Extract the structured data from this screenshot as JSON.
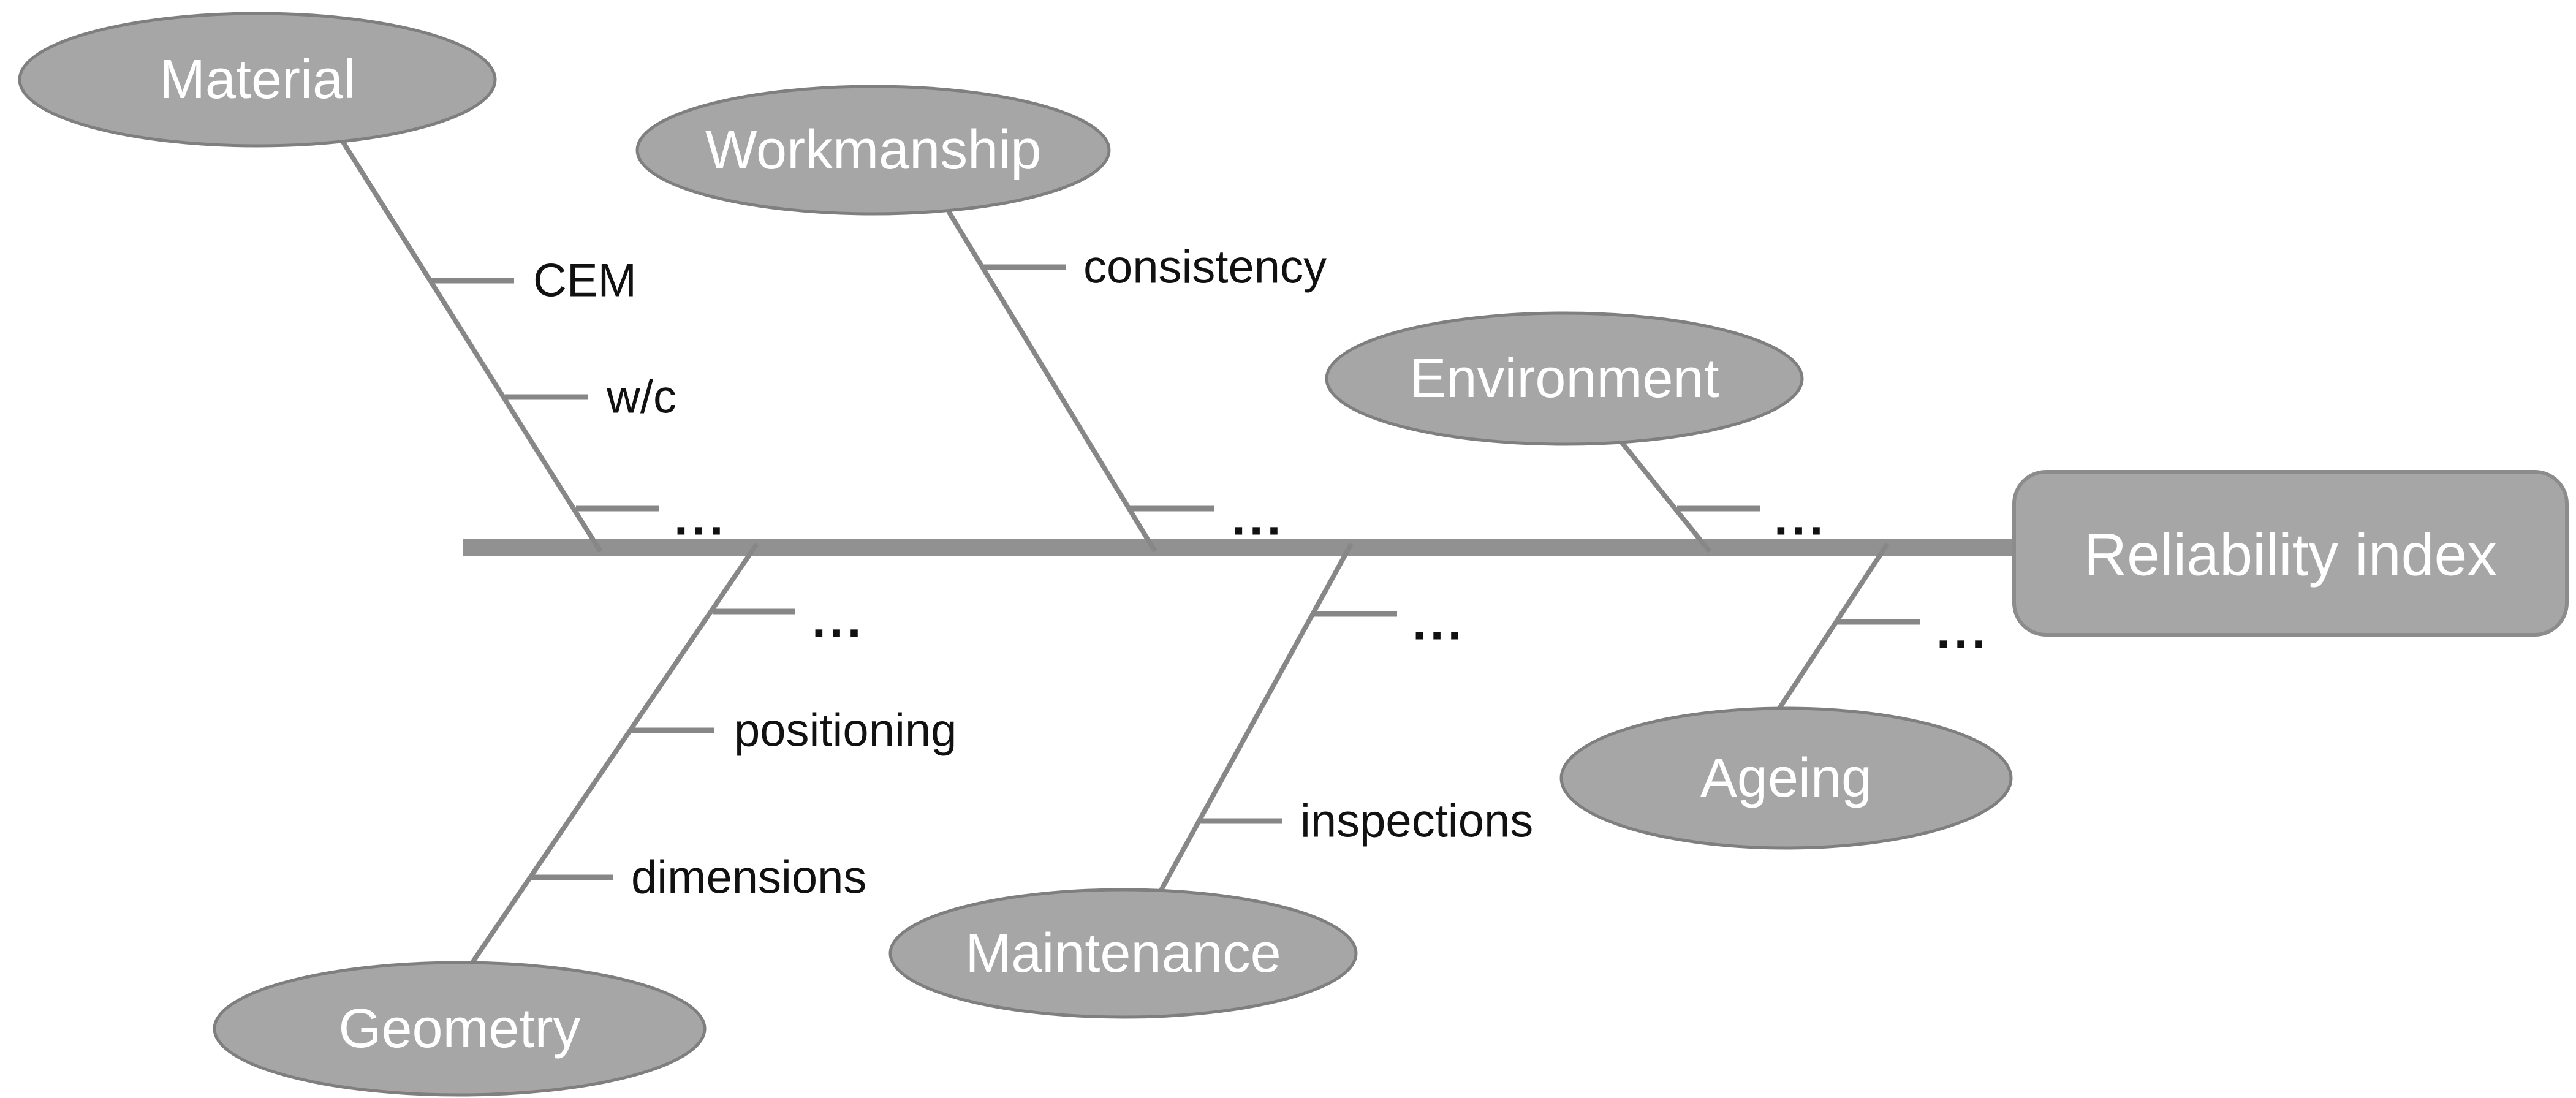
{
  "diagram": {
    "type": "fishbone-cause-effect",
    "effect": {
      "label": "Reliability index"
    },
    "branches": [
      {
        "label": "Material",
        "side": "top",
        "causes": [
          "CEM",
          "w/c",
          "..."
        ]
      },
      {
        "label": "Workmanship",
        "side": "top",
        "causes": [
          "consistency",
          "..."
        ]
      },
      {
        "label": "Environment",
        "side": "top",
        "causes": [
          "..."
        ]
      },
      {
        "label": "Geometry",
        "side": "bottom",
        "causes": [
          "...",
          "positioning",
          "dimensions"
        ]
      },
      {
        "label": "Maintenance",
        "side": "bottom",
        "causes": [
          "...",
          "inspections"
        ]
      },
      {
        "label": "Ageing",
        "side": "bottom",
        "causes": [
          "..."
        ]
      }
    ]
  },
  "theme": {
    "background": "#ffffff",
    "node_fill": "#a6a6a6",
    "node_border": "#7f7f7f",
    "node_text": "#ffffff",
    "line_color": "#878787",
    "spine_color": "#919191",
    "label_color": "#111111"
  }
}
